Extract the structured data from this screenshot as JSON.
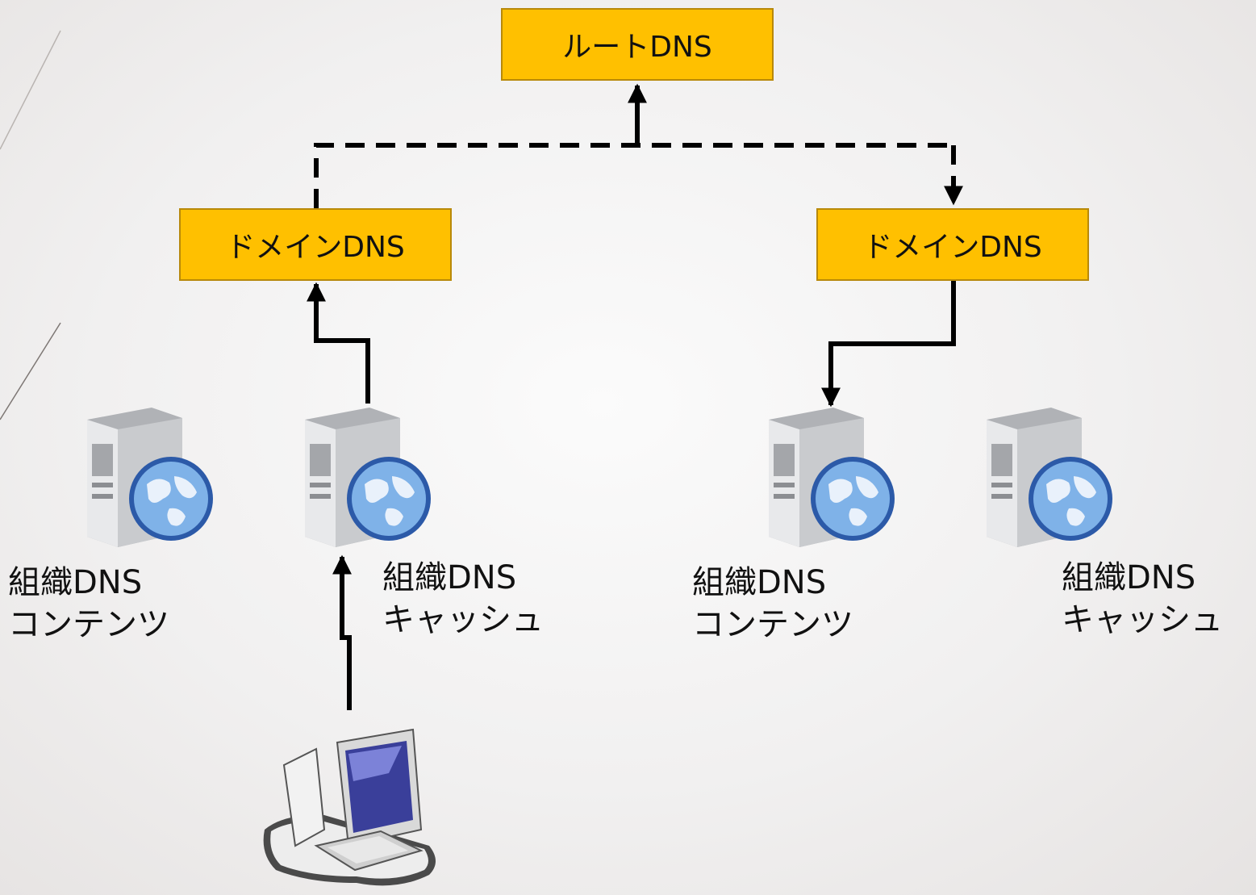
{
  "nodes": {
    "root": "ルートDNS",
    "domain_left": "ドメインDNS",
    "domain_right": "ドメインDNS"
  },
  "servers": [
    {
      "line1": "組織DNS",
      "line2": "コンテンツ"
    },
    {
      "line1": "組織DNS",
      "line2": "キャッシュ"
    },
    {
      "line1": "組織DNS",
      "line2": "コンテンツ"
    },
    {
      "line1": "組織DNS",
      "line2": "キャッシュ"
    }
  ],
  "icons": {
    "server": "server-globe-icon",
    "client": "desktop-computer-icon"
  },
  "colors": {
    "node_fill": "#ffc000",
    "node_border": "#b8890a",
    "arrow": "#000000"
  }
}
